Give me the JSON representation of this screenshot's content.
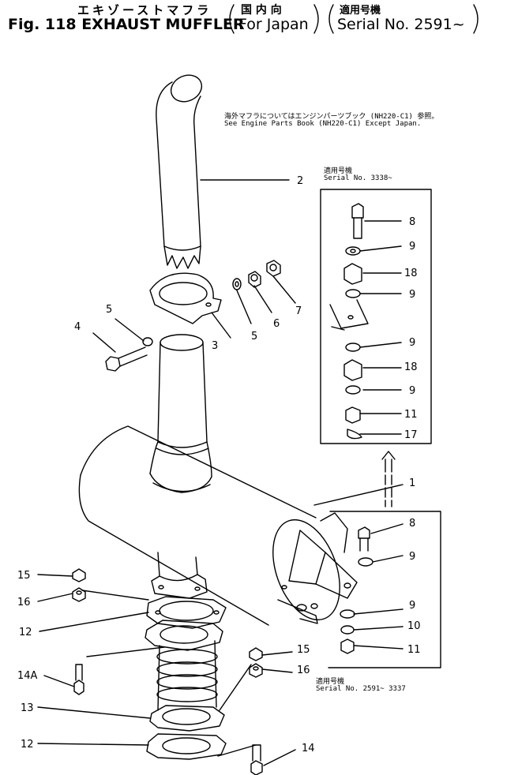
{
  "header": {
    "jp_line": "エキゾーストマフラ",
    "jp_scope": "国 内 向",
    "jp_serial": "適用号機",
    "figure": "Fig. 118 EXHAUST MUFFLER",
    "scope": "For Japan",
    "serial": "Serial No. 2591~"
  },
  "notes": {
    "export_jp": "海外マフラについてはエンジンパーツブック (NH220-C1) 参照。",
    "export_en": "See Engine Parts Book (NH220-C1) Except Japan.",
    "serial_a_jp": "適用号機",
    "serial_a": "Serial No. 3338~",
    "serial_b_jp": "適用号機",
    "serial_b": "Serial No. 2591~ 3337"
  },
  "callouts": [
    {
      "id": "c-2",
      "label": "2"
    },
    {
      "id": "c-8a",
      "label": "8"
    },
    {
      "id": "c-9a",
      "label": "9"
    },
    {
      "id": "c-18a",
      "label": "18"
    },
    {
      "id": "c-9b",
      "label": "9"
    },
    {
      "id": "c-5a",
      "label": "5"
    },
    {
      "id": "c-4",
      "label": "4"
    },
    {
      "id": "c-3",
      "label": "3"
    },
    {
      "id": "c-5b",
      "label": "5"
    },
    {
      "id": "c-6",
      "label": "6"
    },
    {
      "id": "c-7",
      "label": "7"
    },
    {
      "id": "c-9c",
      "label": "9"
    },
    {
      "id": "c-18b",
      "label": "18"
    },
    {
      "id": "c-9d",
      "label": "9"
    },
    {
      "id": "c-11a",
      "label": "11"
    },
    {
      "id": "c-17",
      "label": "17"
    },
    {
      "id": "c-1",
      "label": "1"
    },
    {
      "id": "c-8b",
      "label": "8"
    },
    {
      "id": "c-9e",
      "label": "9"
    },
    {
      "id": "c-15a",
      "label": "15"
    },
    {
      "id": "c-16a",
      "label": "16"
    },
    {
      "id": "c-9f",
      "label": "9"
    },
    {
      "id": "c-10",
      "label": "10"
    },
    {
      "id": "c-12a",
      "label": "12"
    },
    {
      "id": "c-11b",
      "label": "11"
    },
    {
      "id": "c-15b",
      "label": "15"
    },
    {
      "id": "c-16b",
      "label": "16"
    },
    {
      "id": "c-14a",
      "label": "14A"
    },
    {
      "id": "c-13",
      "label": "13"
    },
    {
      "id": "c-12b",
      "label": "12"
    },
    {
      "id": "c-14b",
      "label": "14"
    }
  ]
}
